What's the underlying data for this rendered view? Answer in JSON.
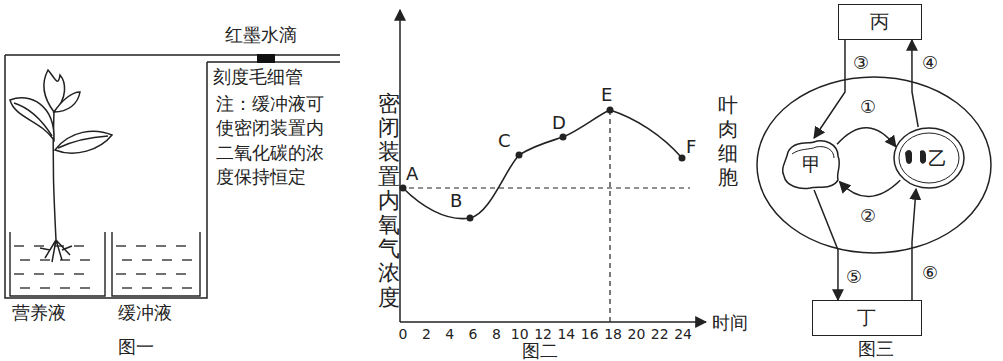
{
  "diagram": {
    "nodes": [
      {
        "text": [
          "丙"
        ]
      },
      {
        "text": [
          "叶肉细胞"
        ]
      },
      {
        "text": [
          "甲"
        ],
        "in": 1
      },
      {
        "text": [
          "乙"
        ],
        "in": 1
      },
      {
        "text": [
          "丁"
        ]
      }
    ],
    "edges": [
      {
        "from": 0,
        "to": 2,
        "arrow": "to",
        "label": "③"
      },
      {
        "from": 3,
        "to": 0,
        "arrow": "to",
        "label": "④"
      },
      {
        "from": 2,
        "to": 3,
        "arrow": "to",
        "label": "①"
      },
      {
        "from": 3,
        "to": 2,
        "arrow": "to",
        "label": "②"
      },
      {
        "from": 2,
        "to": 4,
        "arrow": "to",
        "label": "⑤"
      },
      {
        "from": 4,
        "to": 3,
        "arrow": "to",
        "label": "⑥"
      }
    ],
    "labels": [
      "红墨水滴",
      "刻度毛细管",
      "注：缓冲液可使密闭装置内二氧化碳的浓度保持恒定",
      "营养液",
      "缓冲液",
      "图一",
      "密闭装置内氧气浓度",
      "A",
      "B",
      "C",
      "D",
      "E",
      "F",
      "0",
      "2",
      "4",
      "6",
      "8",
      "10",
      "12",
      "14",
      "16",
      "18",
      "20",
      "22",
      "24",
      "时间",
      "图二",
      "图三"
    ]
  }
}
